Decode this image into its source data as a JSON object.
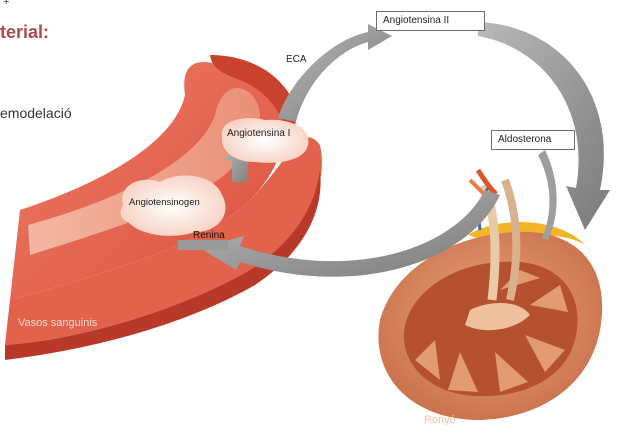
{
  "page": {
    "plus_mark": "+",
    "heading": "terial:",
    "side_text": "emodelació"
  },
  "diagram": {
    "labels": {
      "angiotensina_ii": "Angiotensina II",
      "eca": "ECA",
      "angiotensina_i": "Angiotensina I",
      "aldosterona": "Aldosterona",
      "angiotensinogen": "Angiotensinogen",
      "renina": "Renina",
      "vasos": "Vasos sanguinis",
      "ronyo": "Ronyó"
    },
    "colors": {
      "vessel_outer": "#e8604e",
      "vessel_inner": "#f0a48e",
      "vessel_dark": "#c9422f",
      "kidney_outer": "#d98a5c",
      "kidney_inner": "#b5512f",
      "adrenal": "#f2b428",
      "arrow_gray": "#8f8f8f",
      "blob": "#fbe1d6",
      "heading_color": "#b0474f"
    }
  }
}
